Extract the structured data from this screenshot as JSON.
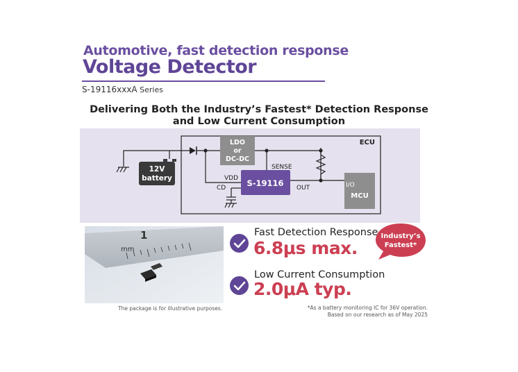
{
  "header": {
    "subtitle": "Automotive, fast detection response",
    "title": "Voltage Detector",
    "part_number": "S-19116xxxA",
    "series_word": "Series"
  },
  "headline": {
    "line1": "Delivering Both the Industry’s Fastest* Detection Response",
    "line2": "and Low Current Consumption"
  },
  "circuit": {
    "ecu_label": "ECU",
    "battery_line1": "12V",
    "battery_line2": "battery",
    "ldo_line1": "LDO",
    "ldo_line2": "or",
    "ldo_line3": "DC-DC",
    "sense_label": "SENSE",
    "vdd_label": "VDD",
    "cd_label": "CD",
    "out_label": "OUT",
    "ic_label": "S-19116",
    "io_label": "I/O",
    "mcu_label": "MCU",
    "colors": {
      "panel": "#e6e1ee",
      "box": "#8e8e8e",
      "ic": "#6a4fa0",
      "battery": "#3a3a3a"
    }
  },
  "photo": {
    "ruler_number": "1",
    "ruler_unit": "mm",
    "caption": "The package is for illustrative purposes."
  },
  "features": [
    {
      "label": "Fast Detection Response",
      "value": "6.8μs max."
    },
    {
      "label": "Low Current Consumption",
      "value": "2.0μA typ."
    }
  ],
  "badge": {
    "line1": "Industry’s",
    "line2": "Fastest*",
    "color": "#cc3f52"
  },
  "footnote": {
    "line1": "*As a battery monitoring IC for 36V operation.",
    "line2": "Based on our research as of May 2025"
  },
  "colors": {
    "accent": "#5f4596",
    "highlight": "#cc3f52"
  }
}
